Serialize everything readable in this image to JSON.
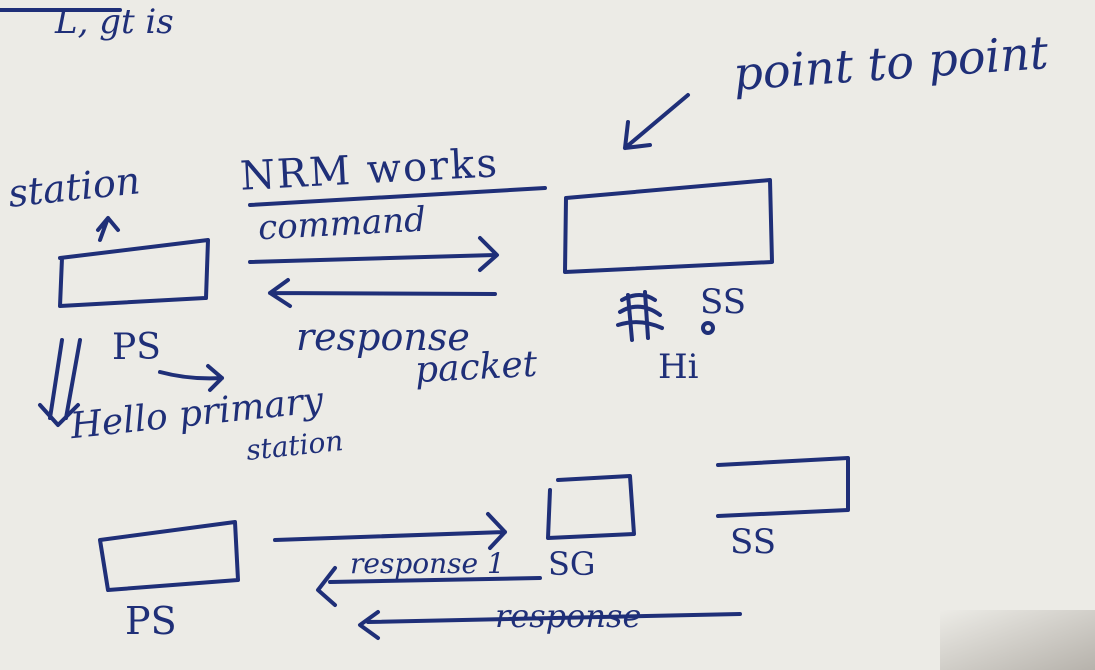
{
  "ink_color": "#1f2f78",
  "paper_color": "#ecebe6",
  "texts": {
    "top_fragment": "L, gt is",
    "point_to_point": "point to point",
    "station": "station",
    "nrm_works": "NRM works",
    "command": "command",
    "response_top": "response",
    "ss_top": "SS",
    "hi": "Hi",
    "ps_top": "PS",
    "hello": "Hello primary",
    "station_bottom": "station",
    "packet": "packet",
    "response_1": "response 1",
    "sg": "SG",
    "ss_bottom": "SS",
    "ps_bottom": "PS",
    "response_bottom": "response"
  }
}
